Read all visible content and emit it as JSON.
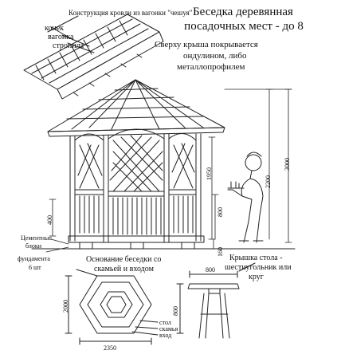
{
  "title": {
    "line1": "Беседка деревянная",
    "line2": "посадочных мест - до 8"
  },
  "roof_detail": {
    "heading": "Конструкция кровли из вагонки \"чешуя\"",
    "labels": [
      "конек",
      "вагонка",
      "стропила"
    ]
  },
  "roof_note": [
    "Сверху крыша покрывается",
    "ондулином, либо",
    "металлопрофилем"
  ],
  "dimensions": {
    "total_height": "3000",
    "roof_height": "2200",
    "wall_height": "1950",
    "panel_height": "800",
    "bench_height": "400",
    "base_height": "160",
    "plan_width": "2350",
    "plan_depth": "2000",
    "table_width": "800",
    "table_height": "800"
  },
  "foundation_label": [
    "Цементные",
    "блоки",
    "фундамента",
    "6 шт"
  ],
  "base_caption": [
    "Основание беседки со",
    "скамьей и входом"
  ],
  "table_caption": [
    "Крышка стола -",
    "шестиугольник или",
    "круг"
  ],
  "plan_labels": [
    "стол",
    "скамья",
    "вход"
  ]
}
